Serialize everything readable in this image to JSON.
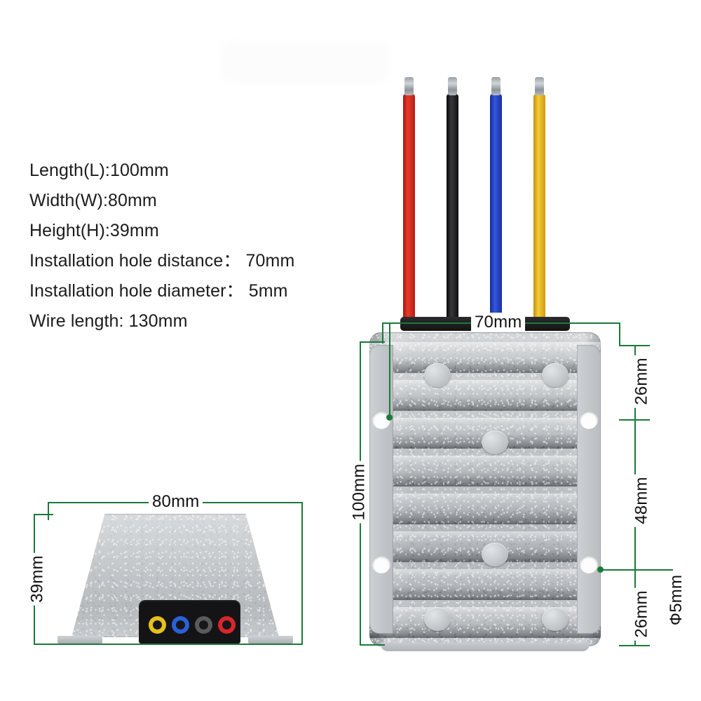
{
  "specs": {
    "lines": [
      "Length(L):100mm",
      "Width(W):80mm",
      "Height(H):39mm",
      "Installation hole distance： 70mm",
      "Installation hole diameter： 5mm",
      "Wire length: 130mm"
    ]
  },
  "colors": {
    "dimension_line": "#1a7a3a",
    "label_text": "#111111",
    "body_metal": "#c3c7ca",
    "panel_black": "#141416",
    "background": "#ffffff"
  },
  "top_view": {
    "dimensions": {
      "hole_distance": "70mm",
      "length": "100mm",
      "segment_top": "26mm",
      "segment_middle": "48mm",
      "segment_bottom": "26mm",
      "hole_diameter": "Ф5mm"
    },
    "wires": [
      {
        "name": "wire-red",
        "color": "#e02b22"
      },
      {
        "name": "wire-black",
        "color": "#19191b"
      },
      {
        "name": "wire-blue",
        "color": "#2140c8"
      },
      {
        "name": "wire-yellow",
        "color": "#edb81f"
      }
    ],
    "mounting_holes": 4,
    "fin_count": 8
  },
  "side_view": {
    "dimensions": {
      "width": "80mm",
      "height": "39mm"
    },
    "terminals": [
      {
        "name": "terminal-yellow",
        "color": "#e8c01d"
      },
      {
        "name": "terminal-blue",
        "color": "#2a61d8"
      },
      {
        "name": "terminal-black",
        "color": "#5a5a5e"
      },
      {
        "name": "terminal-red",
        "color": "#d8272a"
      }
    ]
  }
}
